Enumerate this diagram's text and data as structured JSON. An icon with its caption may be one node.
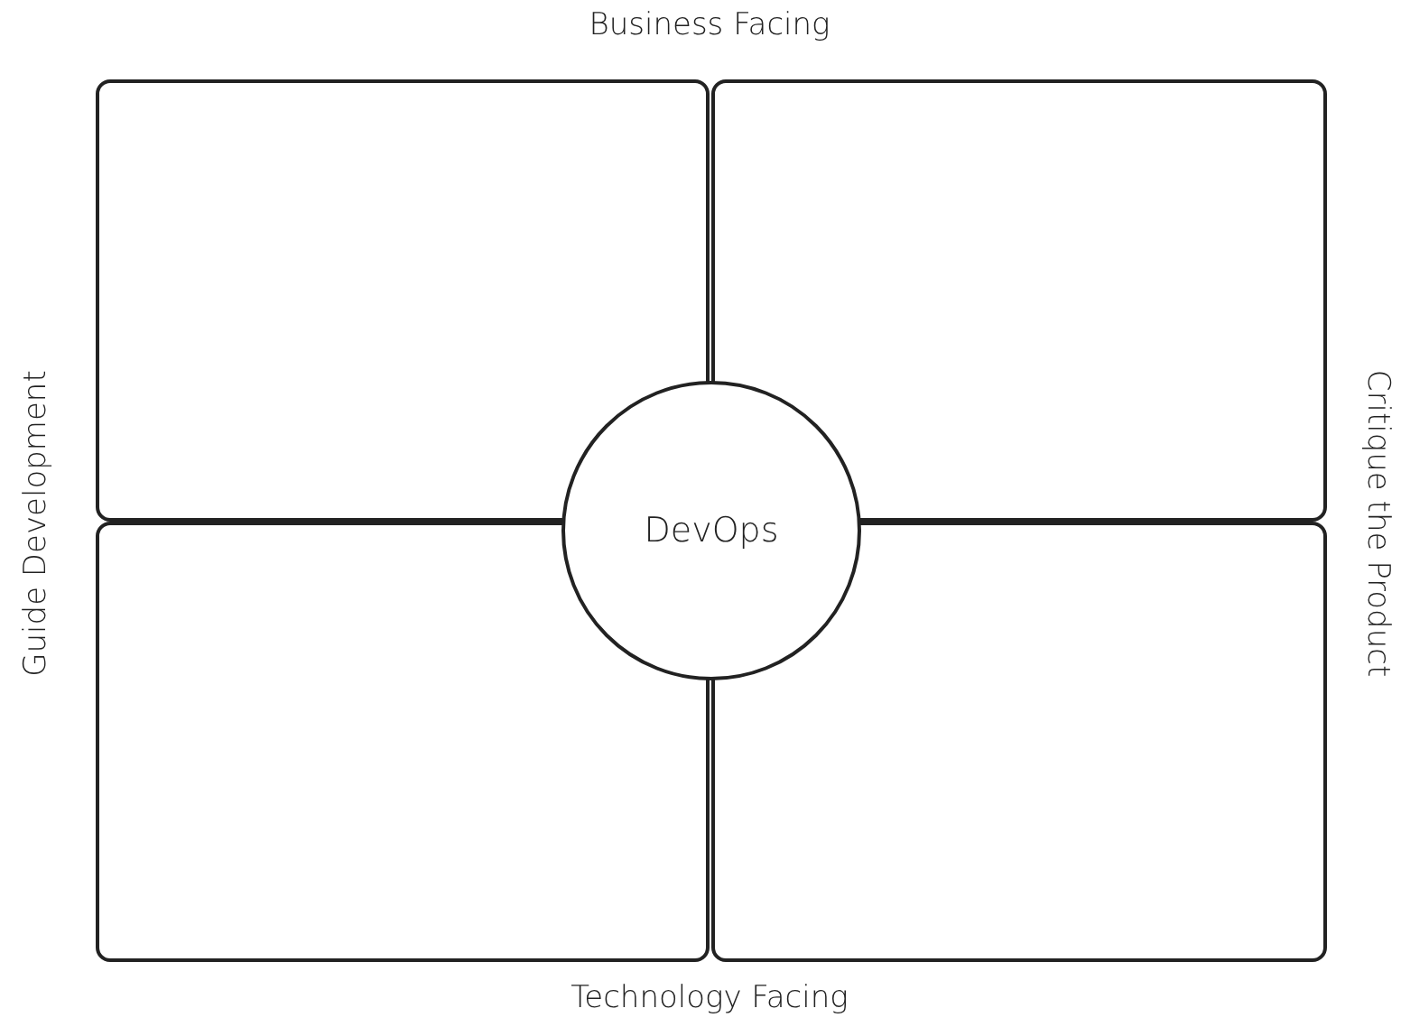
{
  "diagram": {
    "nodes": [
      {
        "text": [],
        "shape": "box"
      },
      {
        "text": [],
        "shape": "box"
      },
      {
        "text": [],
        "shape": "box"
      },
      {
        "text": [],
        "shape": "box"
      },
      {
        "text": [
          "DevOps"
        ]
      }
    ],
    "labels": [
      "Business Facing",
      "Guide Development",
      "Critique the Product",
      "Technology Facing"
    ]
  }
}
